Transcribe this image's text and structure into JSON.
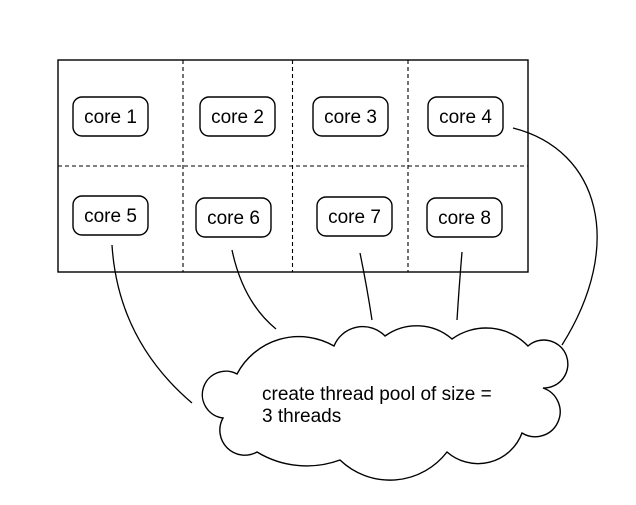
{
  "colors": {
    "background": "#ffffff",
    "stroke": "#000000",
    "text": "#000000"
  },
  "grid": {
    "rows": 2,
    "columns": 4
  },
  "cores": [
    {
      "label": "core 1"
    },
    {
      "label": "core 2"
    },
    {
      "label": "core 3"
    },
    {
      "label": "core 4"
    },
    {
      "label": "core 5"
    },
    {
      "label": "core 6"
    },
    {
      "label": "core 7"
    },
    {
      "label": "core 8"
    }
  ],
  "cloud": {
    "line1": "create thread pool of size =",
    "line2": "3 threads"
  },
  "connectors": {
    "count": 5,
    "from": [
      "core 5",
      "core 6",
      "core 7",
      "core 8",
      "core 4"
    ],
    "to": "cloud"
  }
}
